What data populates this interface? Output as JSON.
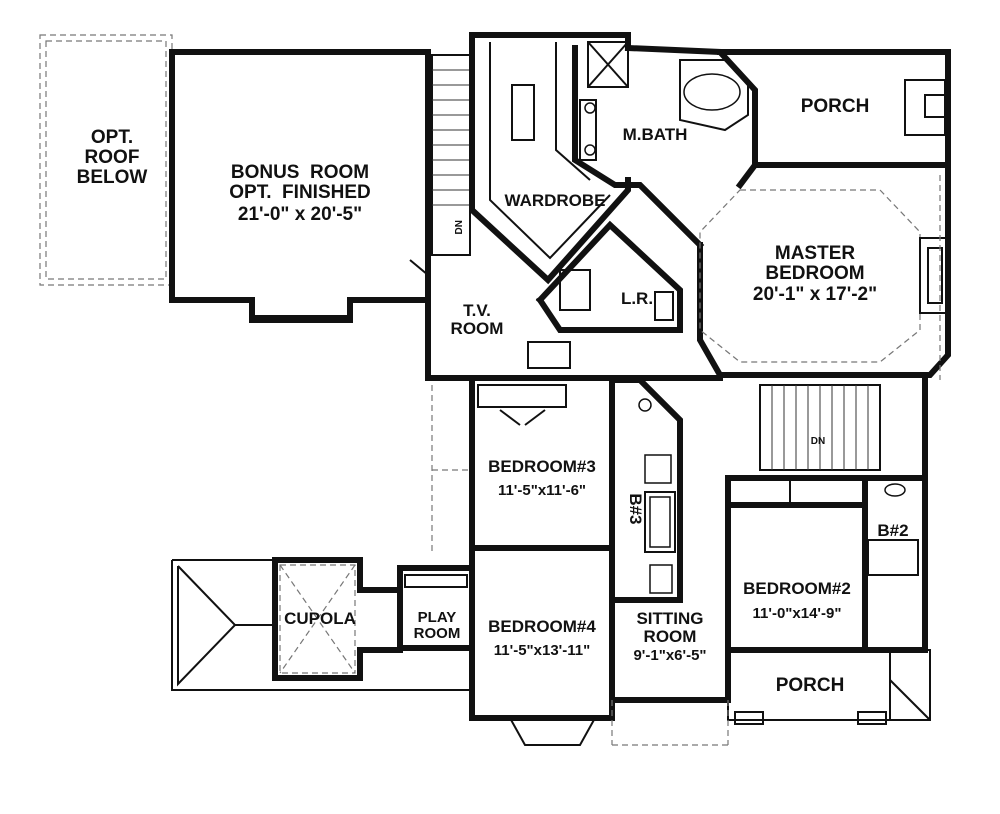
{
  "rooms": {
    "opt_roof": {
      "name": "OPT.\nROOF\nBELOW"
    },
    "bonus": {
      "name": "BONUS  ROOM\nOPT.  FINISHED",
      "dims": "21'-0\" x 20'-5\""
    },
    "wardrobe": {
      "name": "WARDROBE"
    },
    "mbath": {
      "name": "M.BATH"
    },
    "porch_top": {
      "name": "PORCH"
    },
    "master": {
      "name": "MASTER\nBEDROOM",
      "dims": "20'-1\" x 17'-2\""
    },
    "lr": {
      "name": "L.R."
    },
    "tv": {
      "name": "T.V.\nROOM"
    },
    "bed3": {
      "name": "BEDROOM#3",
      "dims": "11'-5\"x11'-6\""
    },
    "b3": {
      "name": "B#3"
    },
    "b2": {
      "name": "B#2"
    },
    "bed2": {
      "name": "BEDROOM#2",
      "dims": "11'-0\"x14'-9\""
    },
    "cupola": {
      "name": "CUPOLA"
    },
    "play": {
      "name": "PLAY\nROOM"
    },
    "bed4": {
      "name": "BEDROOM#4",
      "dims": "11'-5\"x13'-11\""
    },
    "sitting": {
      "name": "SITTING\nROOM",
      "dims": "9'-1\"x6'-5\""
    },
    "porch_bottom": {
      "name": "PORCH"
    }
  },
  "stairs": {
    "dn_label": "DN"
  }
}
